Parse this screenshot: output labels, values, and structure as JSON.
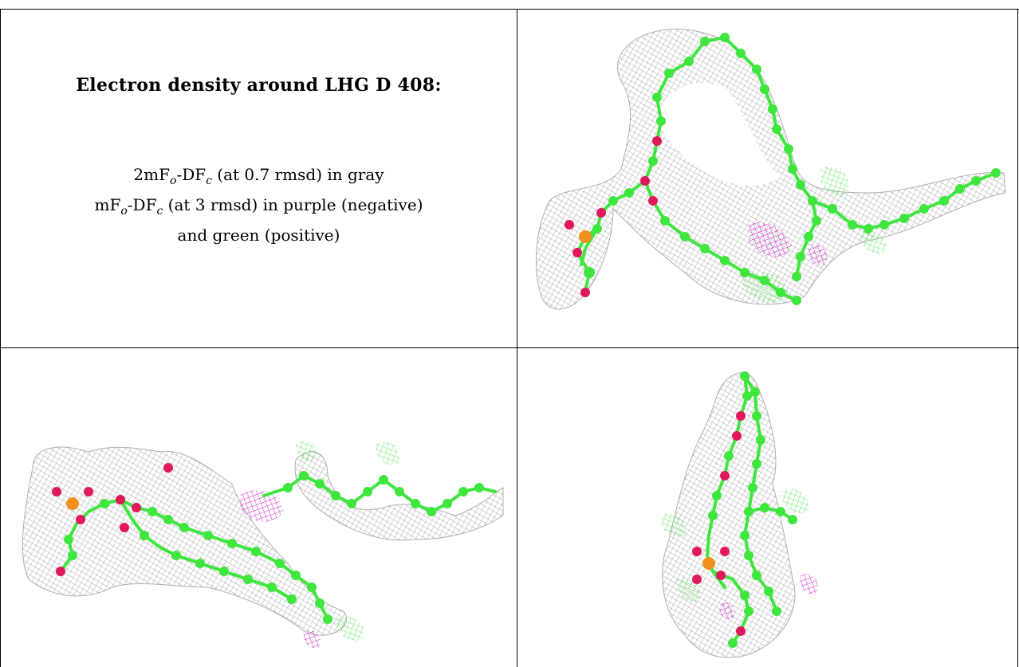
{
  "figure": {
    "title": "Electron density around LHG D 408:",
    "legend": [
      {
        "prefix": "2mF",
        "sub1": "o",
        "mid": "-DF",
        "sub2": "c",
        "rest": " (at 0.7 rmsd) in gray"
      },
      {
        "prefix": "mF",
        "sub1": "o",
        "mid": "-DF",
        "sub2": "c",
        "rest": " (at 3 rmsd) in purple (negative)"
      },
      {
        "prefix": "",
        "sub1": "",
        "mid": "",
        "sub2": "",
        "rest": "and green (positive)"
      }
    ]
  },
  "colors": {
    "mesh_gray": "#9a9a9a",
    "carbon_green": "#3ee63e",
    "oxygen_red": "#e0195a",
    "phosphorus_orange": "#f0911e",
    "negative_purple": "#d21ed2",
    "positive_green": "#44ee44"
  },
  "panels": [
    {
      "id": "view-1",
      "description": "density-view"
    },
    {
      "id": "view-2",
      "description": "density-view"
    },
    {
      "id": "view-3",
      "description": "density-view"
    }
  ]
}
